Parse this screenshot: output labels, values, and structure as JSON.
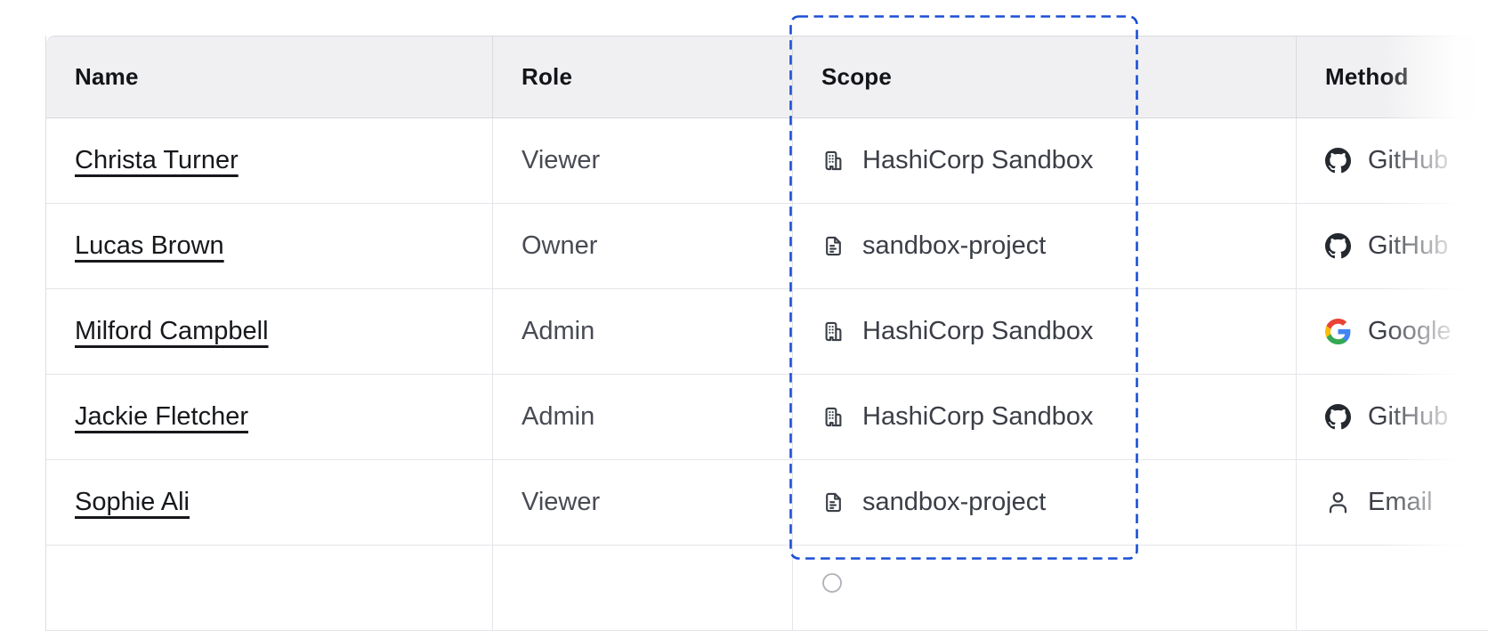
{
  "colors": {
    "highlight_blue": "#1a4fd6",
    "header_bg": "#f0f0f2",
    "row_border": "#e4e5e9",
    "github_dark": "#24292f"
  },
  "table": {
    "columns": [
      "Name",
      "Role",
      "Scope",
      "Method"
    ],
    "rows": [
      {
        "name": "Christa Turner",
        "role": "Viewer",
        "scope_icon": "building-icon",
        "scope": "HashiCorp Sandbox",
        "method_icon": "github-icon",
        "method": "GitHub"
      },
      {
        "name": "Lucas Brown",
        "role": "Owner",
        "scope_icon": "document-icon",
        "scope": "sandbox-project",
        "method_icon": "github-icon",
        "method": "GitHub"
      },
      {
        "name": "Milford Campbell",
        "role": "Admin",
        "scope_icon": "building-icon",
        "scope": "HashiCorp Sandbox",
        "method_icon": "google-icon",
        "method": "Google"
      },
      {
        "name": "Jackie Fletcher",
        "role": "Admin",
        "scope_icon": "building-icon",
        "scope": "HashiCorp Sandbox",
        "method_icon": "github-icon",
        "method": "GitHub"
      },
      {
        "name": "Sophie Ali",
        "role": "Viewer",
        "scope_icon": "document-icon",
        "scope": "sandbox-project",
        "method_icon": "person-icon",
        "method": "Email"
      }
    ],
    "partial_row": {
      "scope_icon": "circle-icon"
    }
  },
  "highlight": {
    "target_column": "Scope"
  }
}
